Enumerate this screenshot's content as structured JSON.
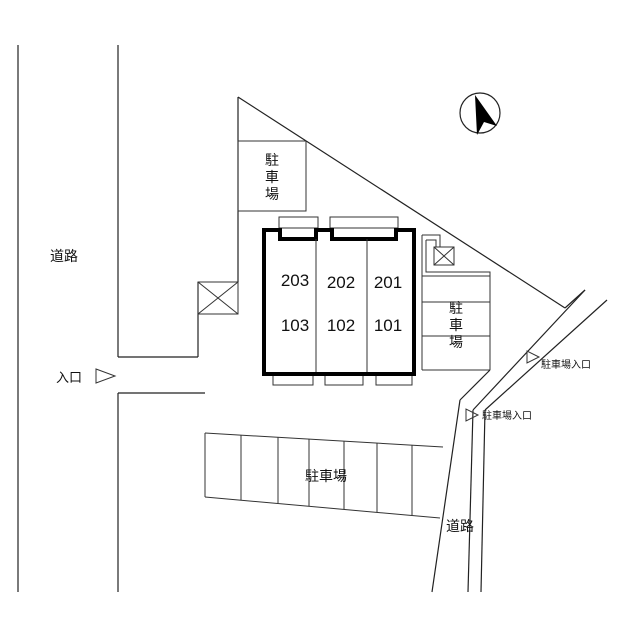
{
  "labels": {
    "road_left": "道路",
    "entrance_main": "入口",
    "parking_nw": [
      "駐",
      "車",
      "場"
    ],
    "parking_east": [
      "駐",
      "車",
      "場"
    ],
    "parking_south": "駐車場",
    "parking_entrance_upper": "駐車場入口",
    "parking_entrance_lower": "駐車場入口",
    "road_bottom": "道路"
  },
  "units": {
    "upper": [
      "203",
      "202",
      "201"
    ],
    "lower": [
      "103",
      "102",
      "101"
    ]
  },
  "colors": {
    "line": "#222222",
    "building_outline": "#000000",
    "background": "#ffffff"
  },
  "icons": [
    "north-arrow-icon",
    "entrance-arrow-icon",
    "utility-box-icon"
  ]
}
